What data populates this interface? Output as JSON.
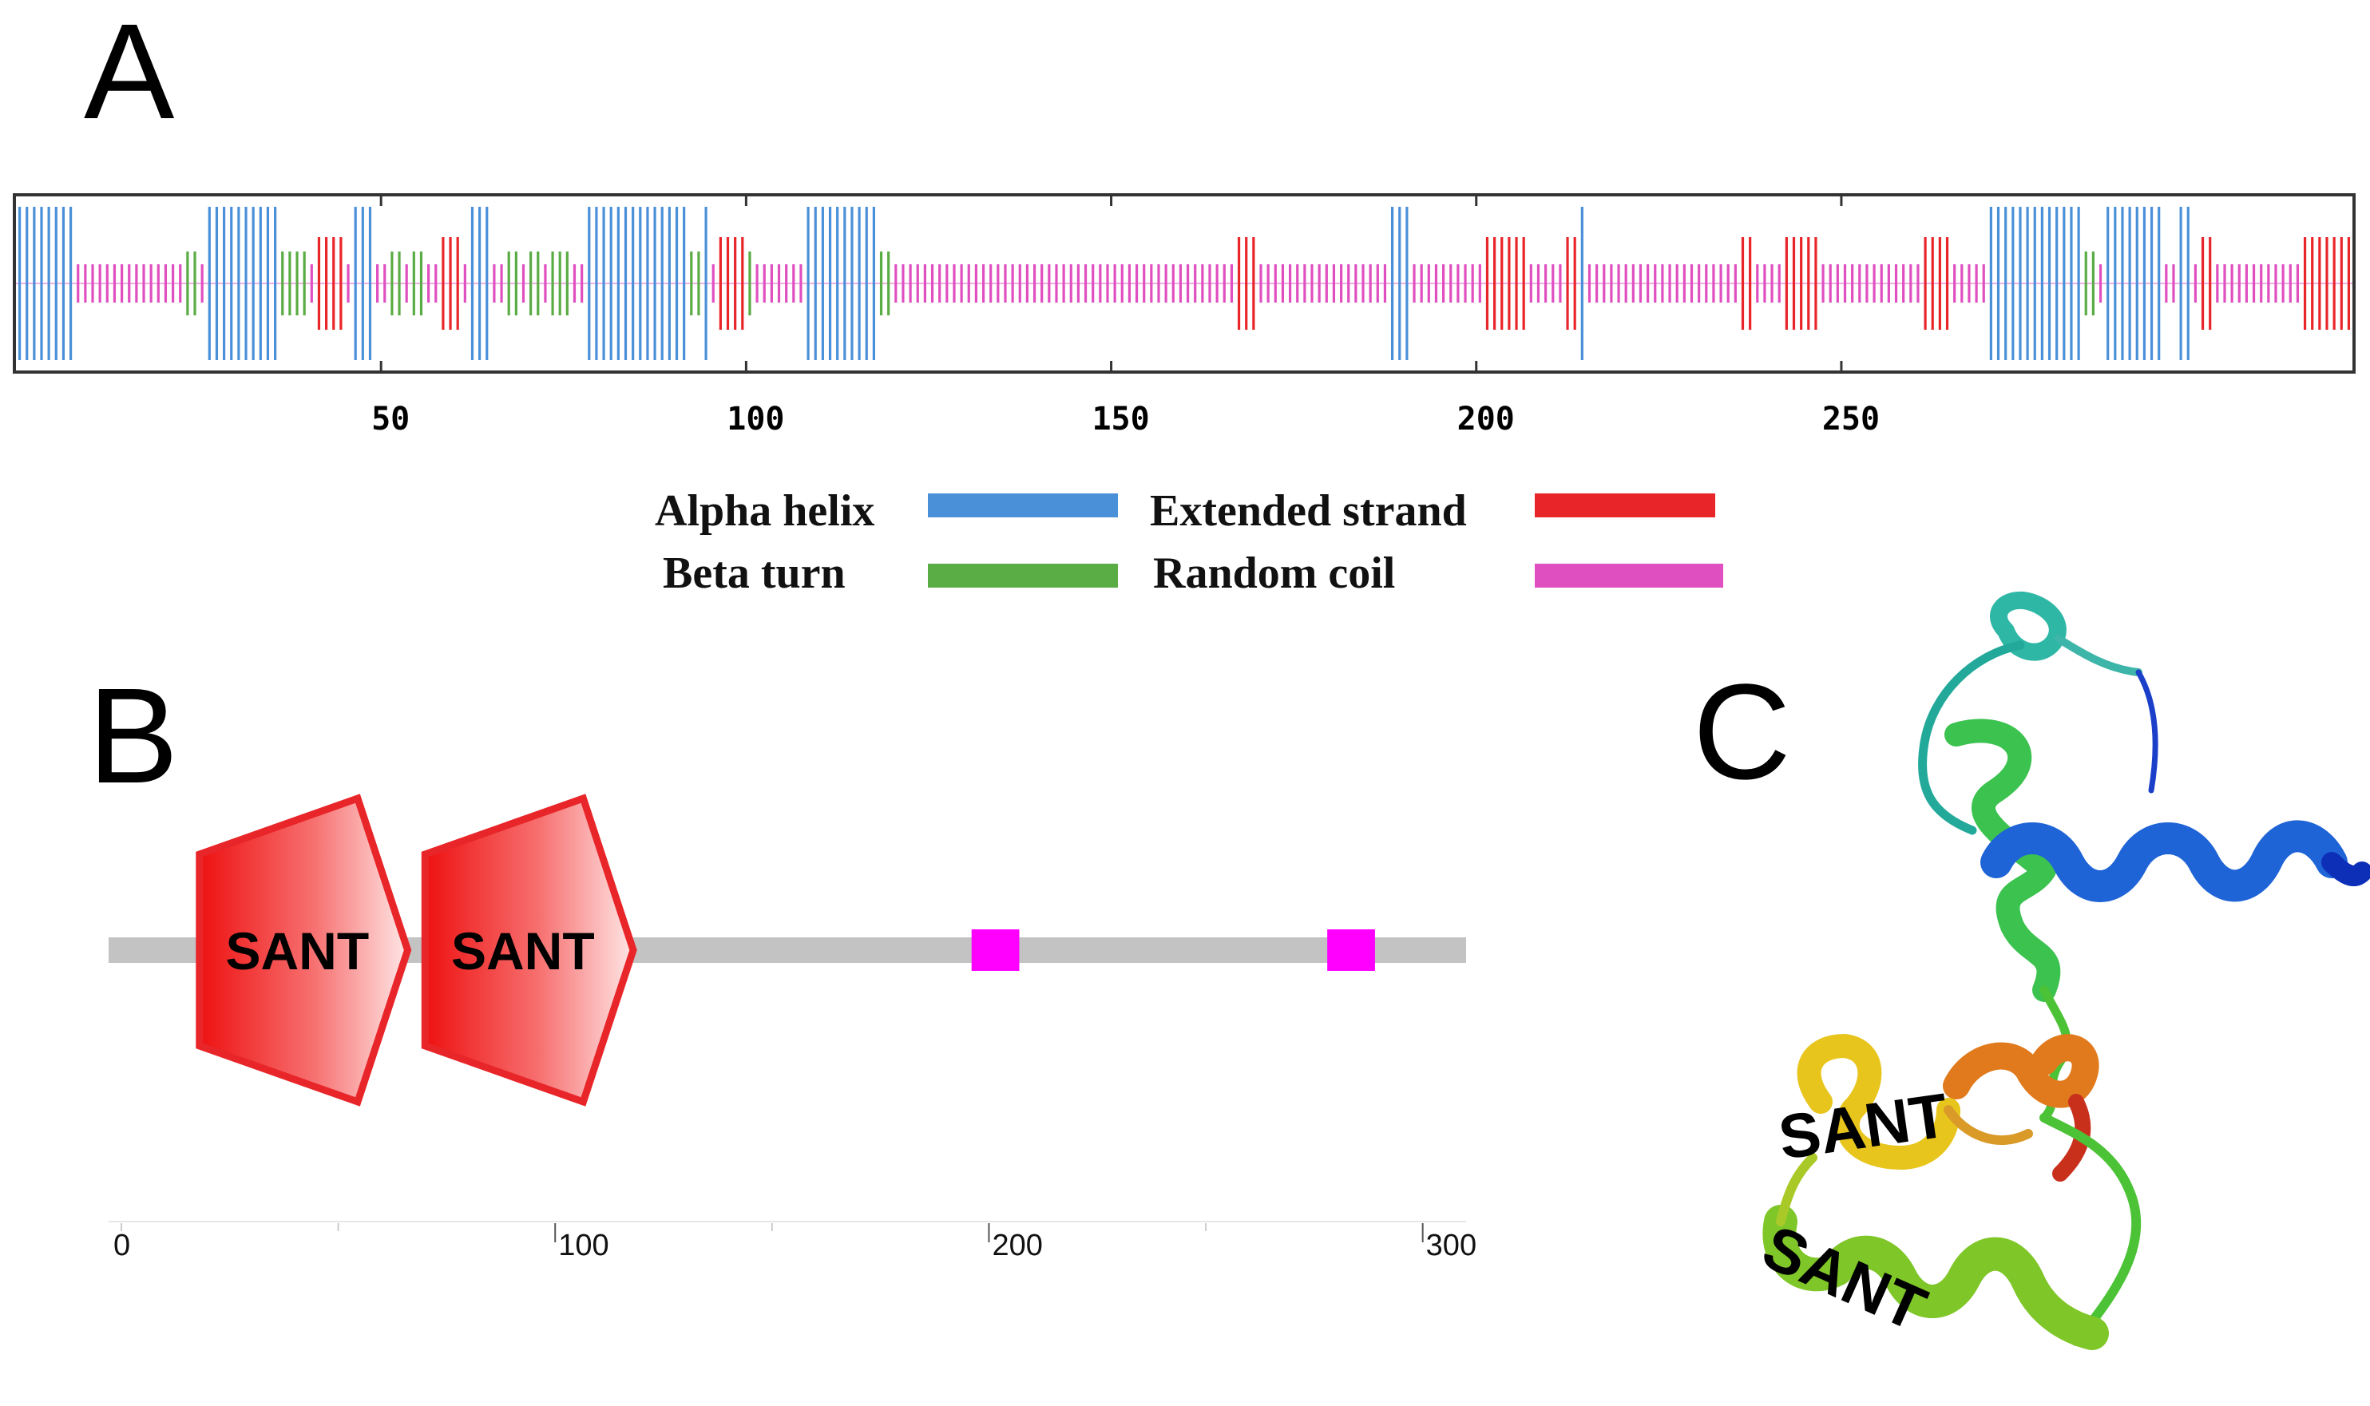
{
  "panel_labels": {
    "a": "A",
    "b": "B",
    "c": "C"
  },
  "panel_a": {
    "residue_count": 320,
    "axis_ticks": [
      "50",
      "100",
      "150",
      "200",
      "250"
    ],
    "axis_tick_values": [
      50,
      100,
      150,
      200,
      250
    ],
    "legend": [
      {
        "label": "Alpha helix",
        "color": "#4a90d9"
      },
      {
        "label": "Extended strand",
        "color": "#e8262a"
      },
      {
        "label": "Beta turn",
        "color": "#5aac44"
      },
      {
        "label": "Random coil",
        "color": "#e04fc0"
      }
    ],
    "segments": [
      {
        "type": "h",
        "start": 1,
        "end": 8
      },
      {
        "type": "c",
        "start": 9,
        "end": 23
      },
      {
        "type": "t",
        "start": 24,
        "end": 25
      },
      {
        "type": "c",
        "start": 26,
        "end": 26
      },
      {
        "type": "h",
        "start": 27,
        "end": 36
      },
      {
        "type": "t",
        "start": 37,
        "end": 40
      },
      {
        "type": "c",
        "start": 41,
        "end": 41
      },
      {
        "type": "e",
        "start": 42,
        "end": 45
      },
      {
        "type": "c",
        "start": 46,
        "end": 46
      },
      {
        "type": "h",
        "start": 47,
        "end": 49
      },
      {
        "type": "c",
        "start": 50,
        "end": 51
      },
      {
        "type": "t",
        "start": 52,
        "end": 53
      },
      {
        "type": "c",
        "start": 54,
        "end": 54
      },
      {
        "type": "t",
        "start": 55,
        "end": 56
      },
      {
        "type": "c",
        "start": 57,
        "end": 58
      },
      {
        "type": "e",
        "start": 59,
        "end": 61
      },
      {
        "type": "c",
        "start": 62,
        "end": 62
      },
      {
        "type": "h",
        "start": 63,
        "end": 65
      },
      {
        "type": "c",
        "start": 66,
        "end": 67
      },
      {
        "type": "t",
        "start": 68,
        "end": 69
      },
      {
        "type": "c",
        "start": 70,
        "end": 70
      },
      {
        "type": "t",
        "start": 71,
        "end": 72
      },
      {
        "type": "c",
        "start": 73,
        "end": 73
      },
      {
        "type": "t",
        "start": 74,
        "end": 76
      },
      {
        "type": "c",
        "start": 77,
        "end": 78
      },
      {
        "type": "h",
        "start": 79,
        "end": 92
      },
      {
        "type": "t",
        "start": 93,
        "end": 94
      },
      {
        "type": "h",
        "start": 95,
        "end": 95
      },
      {
        "type": "c",
        "start": 96,
        "end": 96
      },
      {
        "type": "e",
        "start": 97,
        "end": 100
      },
      {
        "type": "t",
        "start": 101,
        "end": 101
      },
      {
        "type": "c",
        "start": 102,
        "end": 108
      },
      {
        "type": "h",
        "start": 109,
        "end": 118
      },
      {
        "type": "t",
        "start": 119,
        "end": 120
      },
      {
        "type": "c",
        "start": 121,
        "end": 167
      },
      {
        "type": "e",
        "start": 168,
        "end": 170
      },
      {
        "type": "c",
        "start": 171,
        "end": 188
      },
      {
        "type": "h",
        "start": 189,
        "end": 191
      },
      {
        "type": "c",
        "start": 192,
        "end": 201
      },
      {
        "type": "e",
        "start": 202,
        "end": 207
      },
      {
        "type": "c",
        "start": 208,
        "end": 212
      },
      {
        "type": "e",
        "start": 213,
        "end": 214
      },
      {
        "type": "h",
        "start": 215,
        "end": 215
      },
      {
        "type": "c",
        "start": 216,
        "end": 236
      },
      {
        "type": "e",
        "start": 237,
        "end": 238
      },
      {
        "type": "c",
        "start": 239,
        "end": 242
      },
      {
        "type": "e",
        "start": 243,
        "end": 247
      },
      {
        "type": "c",
        "start": 248,
        "end": 261
      },
      {
        "type": "e",
        "start": 262,
        "end": 265
      },
      {
        "type": "c",
        "start": 266,
        "end": 270
      },
      {
        "type": "h",
        "start": 271,
        "end": 283
      },
      {
        "type": "t",
        "start": 284,
        "end": 285
      },
      {
        "type": "c",
        "start": 286,
        "end": 286
      },
      {
        "type": "h",
        "start": 287,
        "end": 294
      },
      {
        "type": "c",
        "start": 295,
        "end": 296
      },
      {
        "type": "h",
        "start": 297,
        "end": 298
      },
      {
        "type": "c",
        "start": 299,
        "end": 299
      },
      {
        "type": "e",
        "start": 300,
        "end": 301
      },
      {
        "type": "c",
        "start": 302,
        "end": 313
      },
      {
        "type": "e",
        "start": 314,
        "end": 320
      }
    ]
  },
  "panel_b": {
    "protein_length": 310,
    "ruler_ticks": [
      "0",
      "100",
      "200",
      "300"
    ],
    "ruler_tick_values": [
      0,
      100,
      200,
      300
    ],
    "domains": [
      {
        "label": "SANT",
        "start": 18,
        "end": 66,
        "color": "#e8262a"
      },
      {
        "label": "SANT",
        "start": 70,
        "end": 118,
        "color": "#e8262a"
      }
    ],
    "motifs": [
      {
        "start": 196,
        "end": 207,
        "color": "#ff00ff"
      },
      {
        "start": 278,
        "end": 289,
        "color": "#ff00ff"
      }
    ]
  },
  "panel_c": {
    "labels": [
      "SANT",
      "SANT"
    ]
  }
}
